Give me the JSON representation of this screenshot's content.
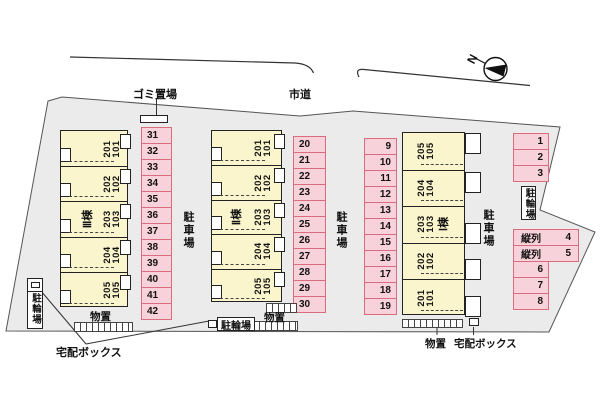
{
  "colors": {
    "site_fill": "#ebebeb",
    "building_fill": "#faf5cc",
    "stall_fill": "#f8d2da",
    "stall_border": "#d96c7e"
  },
  "compass": {
    "north_label": "N"
  },
  "top_labels": {
    "garbage": "ゴミ置場",
    "road": "市道"
  },
  "buildings": [
    {
      "name": "Ⅲ棟",
      "units": [
        {
          "upper": "201",
          "lower": "101"
        },
        {
          "upper": "202",
          "lower": "102"
        },
        {
          "upper": "203",
          "lower": "103"
        },
        {
          "upper": "204",
          "lower": "104"
        },
        {
          "upper": "205",
          "lower": "105"
        }
      ]
    },
    {
      "name": "Ⅱ棟",
      "units": [
        {
          "upper": "201",
          "lower": "101"
        },
        {
          "upper": "202",
          "lower": "102"
        },
        {
          "upper": "203",
          "lower": "103"
        },
        {
          "upper": "204",
          "lower": "104"
        },
        {
          "upper": "205",
          "lower": "105"
        }
      ]
    },
    {
      "name": "Ⅰ棟",
      "units": [
        {
          "upper": "205",
          "lower": "105"
        },
        {
          "upper": "204",
          "lower": "104"
        },
        {
          "upper": "203",
          "lower": "103"
        },
        {
          "upper": "202",
          "lower": "102"
        },
        {
          "upper": "201",
          "lower": "101"
        }
      ]
    }
  ],
  "parking": {
    "area_label": "駐車場",
    "columns": [
      {
        "stalls": [
          "31",
          "32",
          "33",
          "34",
          "35",
          "36",
          "37",
          "38",
          "39",
          "40",
          "41",
          "42"
        ]
      },
      {
        "stalls": [
          "20",
          "21",
          "22",
          "23",
          "24",
          "25",
          "26",
          "27",
          "28",
          "29",
          "30"
        ]
      },
      {
        "stalls": [
          "9",
          "10",
          "11",
          "12",
          "13",
          "14",
          "15",
          "16",
          "17",
          "18",
          "19"
        ]
      },
      {
        "stalls": [
          "1",
          "2",
          "3"
        ]
      },
      {
        "tandem": [
          {
            "label": "縦列",
            "num": "4"
          },
          {
            "label": "縦列",
            "num": "5"
          }
        ]
      },
      {
        "stalls": [
          "6",
          "7",
          "8"
        ]
      }
    ]
  },
  "facilities": {
    "bicycle": "駐輪場",
    "storage": "物置",
    "delivery": "宅配ボックス"
  }
}
